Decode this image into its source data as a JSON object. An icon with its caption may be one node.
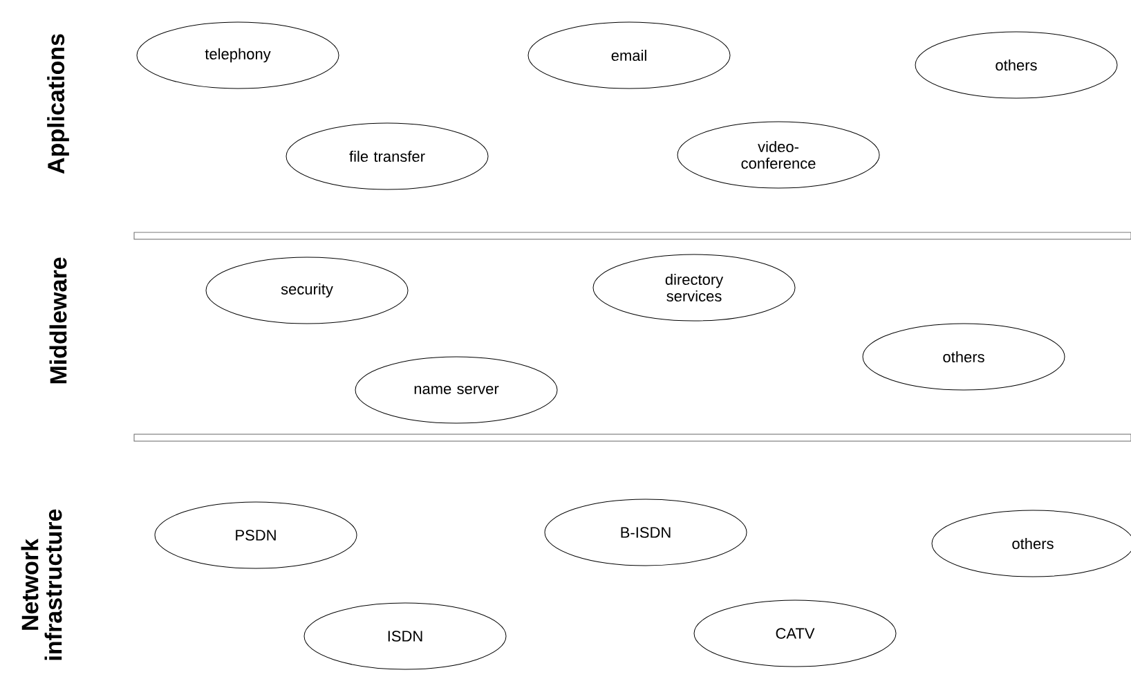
{
  "diagram": {
    "nodes": [
      {
        "text": [
          "telephony"
        ]
      },
      {
        "text": [
          "email"
        ]
      },
      {
        "text": [
          "others"
        ]
      },
      {
        "text": [
          "file transfer"
        ]
      },
      {
        "text": [
          "video-conference"
        ]
      },
      {
        "text": [
          "security"
        ]
      },
      {
        "text": [
          "directory services"
        ]
      },
      {
        "text": [
          "others"
        ]
      },
      {
        "text": [
          "name server"
        ]
      },
      {
        "text": [
          "PSDN"
        ]
      },
      {
        "text": [
          "B-ISDN"
        ]
      },
      {
        "text": [
          "others"
        ]
      },
      {
        "text": [
          "ISDN"
        ]
      },
      {
        "text": [
          "CATV"
        ]
      }
    ],
    "edges": [],
    "labels": [
      "Applications",
      "Middleware",
      "Network infrastructure"
    ]
  }
}
